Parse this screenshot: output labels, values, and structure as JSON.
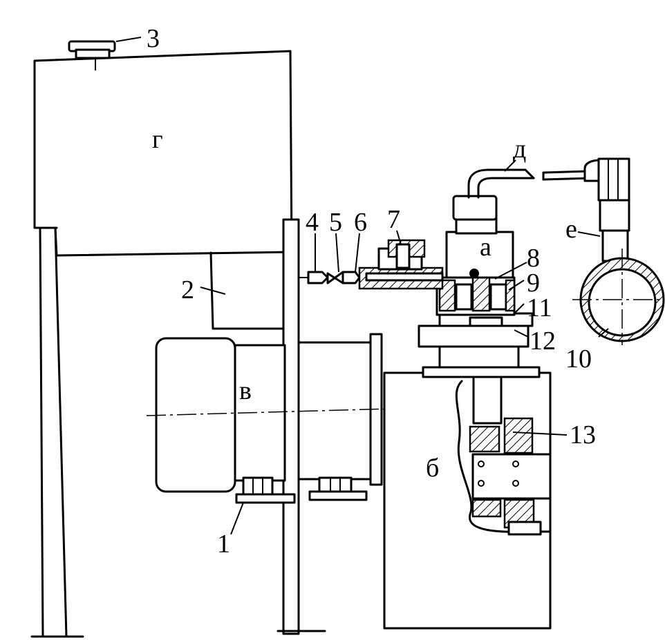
{
  "labels": {
    "n1": "1",
    "n2": "2",
    "n3": "3",
    "n4": "4",
    "n5": "5",
    "n6": "6",
    "n7": "7",
    "n8": "8",
    "n9": "9",
    "n10": "10",
    "n11": "11",
    "n12": "12",
    "n13": "13",
    "a": "а",
    "b": "б",
    "v": "в",
    "g": "г",
    "d": "д",
    "e": "е"
  },
  "colors": {
    "ink": "#000000",
    "paper": "#ffffff"
  }
}
